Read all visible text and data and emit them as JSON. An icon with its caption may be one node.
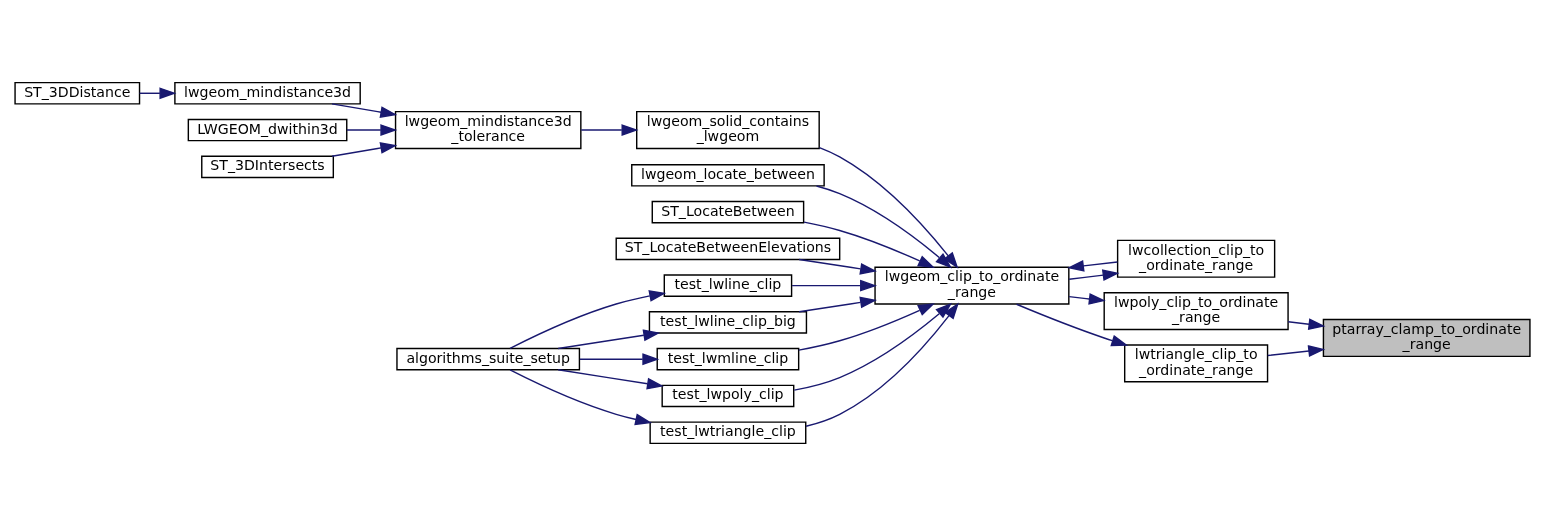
{
  "diagram": {
    "nodes": [
      {
        "text": [
          "ST_3DDistance"
        ]
      },
      {
        "text": [
          "LWGEOM_dwithin3d"
        ]
      },
      {
        "text": [
          "lwgeom_mindistance3d"
        ]
      },
      {
        "text": [
          "ST_3DIntersects"
        ]
      },
      {
        "text": [
          "lwgeom_mindistance3d _tolerance"
        ]
      },
      {
        "text": [
          "lwcollection_clip_to _ordinate_range"
        ]
      },
      {
        "text": [
          "lwgeom_locate_between"
        ]
      },
      {
        "text": [
          "lwgeom_solid_contains _lwgeom"
        ]
      },
      {
        "text": [
          "ST_LocateBetween"
        ]
      },
      {
        "text": [
          "ST_LocateBetweenElevations"
        ]
      },
      {
        "text": [
          "algorithms_suite_setup"
        ]
      },
      {
        "text": [
          "test_lwline_clip"
        ]
      },
      {
        "text": [
          "test_lwline_clip_big"
        ]
      },
      {
        "text": [
          "test_lwmline_clip"
        ]
      },
      {
        "text": [
          "test_lwpoly_clip"
        ]
      },
      {
        "text": [
          "test_lwtriangle_clip"
        ]
      },
      {
        "text": [
          "lwgeom_clip_to_ordinate _range"
        ]
      },
      {
        "text": [
          "lwpoly_clip_to_ordinate _range"
        ]
      },
      {
        "text": [
          "lwtriangle_clip_to _ordinate_range"
        ]
      },
      {
        "text": [
          "ptarray_clamp_to_ordinate _range"
        ]
      }
    ],
    "edges": [
      {
        "from": 0,
        "to": 2,
        "arrow": "to"
      },
      {
        "from": 1,
        "to": 4,
        "arrow": "to"
      },
      {
        "from": 2,
        "to": 4,
        "arrow": "to"
      },
      {
        "from": 3,
        "to": 4,
        "arrow": "to"
      },
      {
        "from": 4,
        "to": 7,
        "arrow": "to"
      },
      {
        "from": 5,
        "to": 16,
        "arrow": "to"
      },
      {
        "from": 16,
        "to": 5,
        "arrow": "to"
      },
      {
        "from": 6,
        "to": 16,
        "arrow": "to"
      },
      {
        "from": 7,
        "to": 16,
        "arrow": "to"
      },
      {
        "from": 8,
        "to": 16,
        "arrow": "to"
      },
      {
        "from": 9,
        "to": 16,
        "arrow": "to"
      },
      {
        "from": 11,
        "to": 16,
        "arrow": "to"
      },
      {
        "from": 12,
        "to": 16,
        "arrow": "to"
      },
      {
        "from": 13,
        "to": 16,
        "arrow": "to"
      },
      {
        "from": 14,
        "to": 16,
        "arrow": "to"
      },
      {
        "from": 15,
        "to": 16,
        "arrow": "to"
      },
      {
        "from": 10,
        "to": 11,
        "arrow": "to"
      },
      {
        "from": 10,
        "to": 12,
        "arrow": "to"
      },
      {
        "from": 10,
        "to": 13,
        "arrow": "to"
      },
      {
        "from": 10,
        "to": 14,
        "arrow": "to"
      },
      {
        "from": 10,
        "to": 15,
        "arrow": "to"
      },
      {
        "from": 16,
        "to": 17,
        "arrow": "to"
      },
      {
        "from": 16,
        "to": 18,
        "arrow": "to"
      },
      {
        "from": 17,
        "to": 19,
        "arrow": "to"
      },
      {
        "from": 18,
        "to": 19,
        "arrow": "to"
      }
    ]
  }
}
